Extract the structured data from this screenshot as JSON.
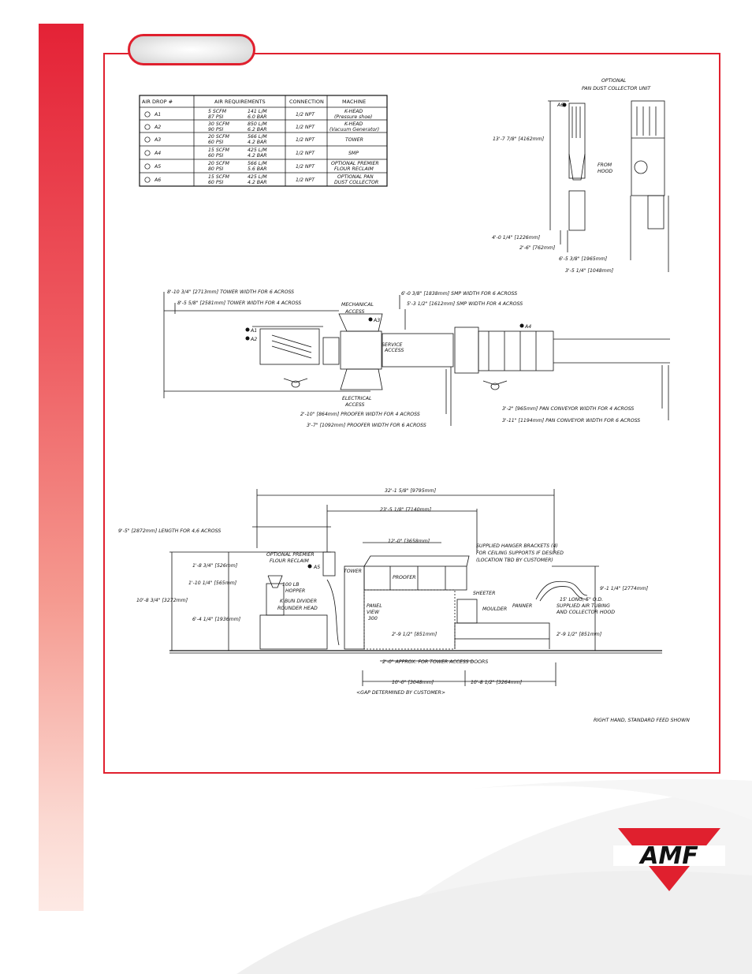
{
  "air_table": {
    "headers": [
      "AIR DROP #",
      "AIR REQUIREMENTS",
      "CONNECTION",
      "MACHINE"
    ],
    "rows": [
      {
        "drop": "A1",
        "req1": "5 SCFM",
        "req2": "87 PSI",
        "metric1": "141 L/M",
        "metric2": "6.0 BAR",
        "conn": "1/2 NPT",
        "machine1": "K-HEAD",
        "machine2": "(Pressure shoe)"
      },
      {
        "drop": "A2",
        "req1": "30 SCFM",
        "req2": "90 PSI",
        "metric1": "850 L/M",
        "metric2": "6.2 BAR",
        "conn": "1/2 NPT",
        "machine1": "K-HEAD",
        "machine2": "(Vacuum Generator)"
      },
      {
        "drop": "A3",
        "req1": "20 SCFM",
        "req2": "60 PSI",
        "metric1": "566 L/M",
        "metric2": "4.2 BAR",
        "conn": "1/2 NPT",
        "machine1": "TOWER",
        "machine2": ""
      },
      {
        "drop": "A4",
        "req1": "15 SCFM",
        "req2": "60 PSI",
        "metric1": "425 L/M",
        "metric2": "4.2 BAR",
        "conn": "1/2 NPT",
        "machine1": "SMP",
        "machine2": ""
      },
      {
        "drop": "A5",
        "req1": "20 SCFM",
        "req2": "80 PSI",
        "metric1": "566 L/M",
        "metric2": "5.6 BAR",
        "conn": "1/2 NPT",
        "machine1": "OPTIONAL PREMIER",
        "machine2": "FLOUR RECLAIM"
      },
      {
        "drop": "A6",
        "req1": "15 SCFM",
        "req2": "60 PSI",
        "metric1": "425 L/M",
        "metric2": "4.2 BAR",
        "conn": "1/2 NPT",
        "machine1": "OPTIONAL PAN",
        "machine2": "DUST COLLECTOR"
      }
    ]
  },
  "dust_collector": {
    "title1": "OPTIONAL",
    "title2": "PAN DUST COLLECTOR UNIT",
    "drop": "A6",
    "height": "13'-7 7/8\" [4162mm]",
    "from_hood1": "FROM",
    "from_hood2": "HOOD",
    "dim_width1": "4'-0 1/4\" [1226mm]",
    "dim_width2": "2'-6\" [762mm]",
    "dim_depth1": "6'-5 3/8\" [1965mm]",
    "dim_depth2": "3'-5 1/4\" [1048mm]"
  },
  "plan_view": {
    "tower6": "8'-10 3/4\" [2713mm] TOWER WIDTH FOR 6 ACROSS",
    "tower4": "8'-5 5/8\" [2581mm] TOWER WIDTH FOR 4 ACROSS",
    "mech1": "MECHANICAL",
    "mech2": "ACCESS",
    "smp6": "6'-0 3/8\" [1838mm] SMP WIDTH FOR 6 ACROSS",
    "smp4": "5'-3 1/2\" [1612mm] SMP WIDTH FOR 4 ACROSS",
    "a1": "A1",
    "a2": "A2",
    "a3": "A3",
    "a4": "A4",
    "service1": "SERVICE",
    "service2": "ACCESS",
    "elec1": "ELECTRICAL",
    "elec2": "ACCESS",
    "proofer4": "2'-10\" [864mm] PROOFER WIDTH FOR 4 ACROSS",
    "proofer6": "3'-7\" [1092mm] PROOFER WIDTH FOR 6 ACROSS",
    "pan4": "3'-2\" [965mm] PAN CONVEYOR WIDTH FOR 4 ACROSS",
    "pan6": "3'-11\" [1194mm] PAN CONVEYOR WIDTH FOR 6 ACROSS"
  },
  "elevation": {
    "overall": "32'-1 5/8\" [9795mm]",
    "mid": "23'-5 1/8\" [7140mm]",
    "length46": "9'-5\" [2872mm] LENGTH FOR 4,6 ACROSS",
    "proofer_len": "12'-0\" [3658mm]",
    "hanger1": "SUPPLIED HANGER BRACKETS (4)",
    "hanger2": "FOR CEILING SUPPORTS IF DESIRED",
    "hanger3": "(LOCATION TBD BY CUSTOMER)",
    "premier1": "OPTIONAL PREMIER",
    "premier2": "FLOUR RECLAIM",
    "a5": "A5",
    "tower": "TOWER",
    "proofer": "PROOFER",
    "h1": "1'-8 3/4\" [526mm]",
    "h2": "1'-10 1/4\" [565mm]",
    "hopper1": "100 LB",
    "hopper2": "HOPPER",
    "divider1": "K BUN DIVIDER",
    "divider2": "ROUNDER HEAD",
    "h_total": "10'-8 3/4\" [3272mm]",
    "h3": "6'-4 1/4\" [1936mm]",
    "panel1": "PANEL",
    "panel2": "VIEW",
    "panel3": "300",
    "sheeter": "SHEETER",
    "moulder": "MOULDER",
    "panner": "PANNER",
    "tubing1": "15' LONG, 5\" O.D.",
    "tubing2": "SUPPLIED AIR TUBING",
    "tubing3": "AND COLLECTOR HOOD",
    "h_hood": "9'-1 1/4\" [2774mm]",
    "conv_h1": "2'-9 1/2\" [851mm]",
    "conv_h2": "2'-9 1/2\" [851mm]",
    "tower_doors": "2'-0\" APPROX. FOR TOWER ACCESS DOORS",
    "gap1": "10'-0\" [3048mm]",
    "gap2": "10'-8 1/2\" [3264mm]",
    "gap_note": "<GAP DETERMINED BY CUSTOMER>",
    "feed_note": "RIGHT HAND, STANDARD FEED SHOWN"
  },
  "logo": {
    "text": "AMF",
    "color": "#e0202e"
  }
}
